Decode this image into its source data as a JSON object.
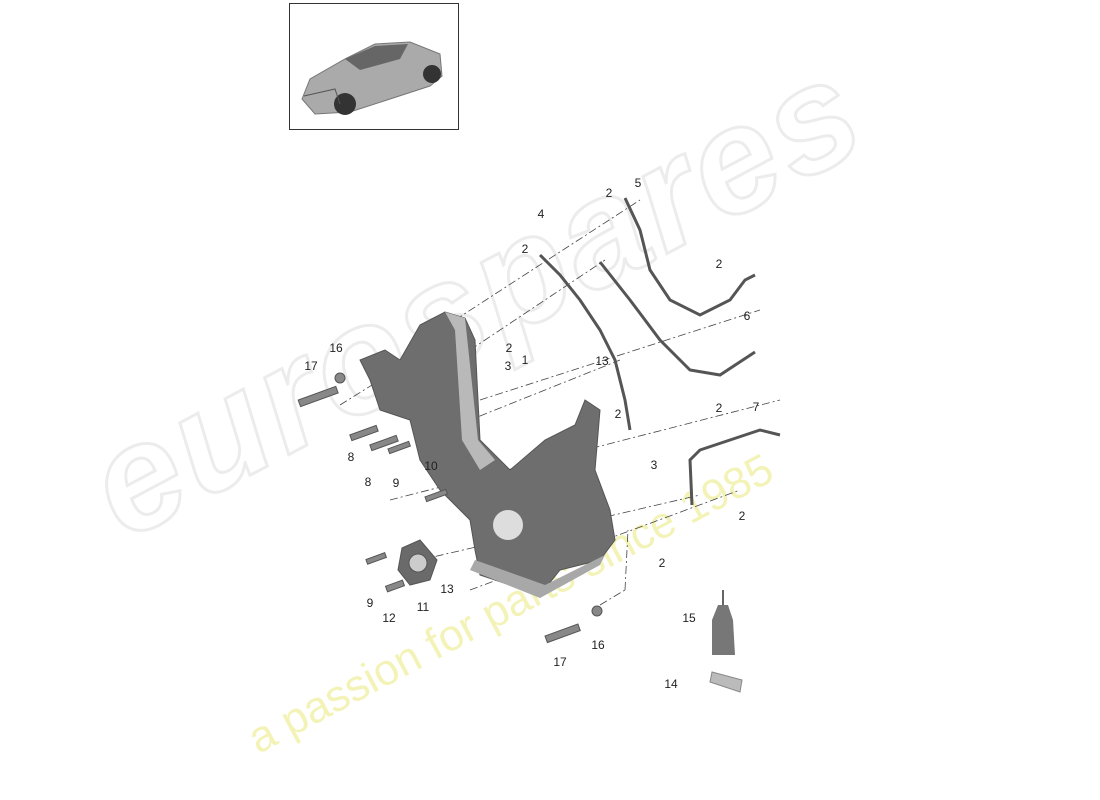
{
  "watermark": {
    "brand": "eurospares",
    "tagline": "a passion for parts since 1985"
  },
  "thumbnail": {
    "subject": "vehicle-suv"
  },
  "colors": {
    "part_dark": "#6e6e6e",
    "part_light": "#b9b9b9",
    "label": "#222222",
    "watermark_text": "#f3f3b8"
  },
  "callouts": [
    "5",
    "2",
    "4",
    "2",
    "2",
    "6",
    "2",
    "1",
    "3",
    "16",
    "17",
    "13",
    "2",
    "7",
    "2",
    "8",
    "8",
    "9",
    "10",
    "3",
    "2",
    "2",
    "9",
    "11",
    "13",
    "12",
    "15",
    "17",
    "16",
    "14"
  ]
}
